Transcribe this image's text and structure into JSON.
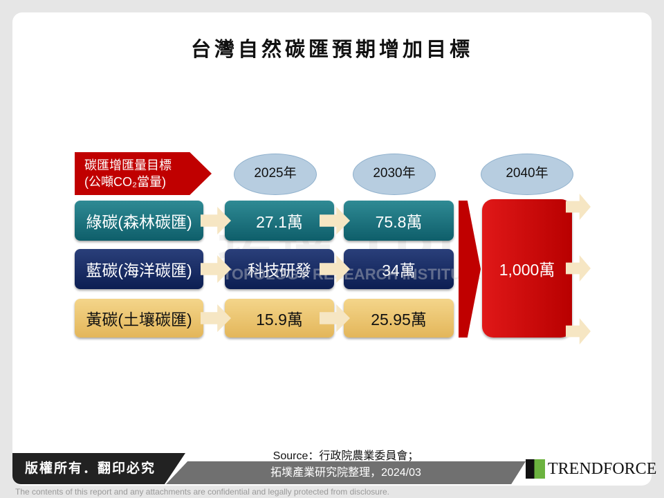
{
  "title": "台灣自然碳匯預期增加目標",
  "header_label": {
    "line1": "碳匯增匯量目標",
    "line2": "(公噸CO₂當量)"
  },
  "years": [
    "2025年",
    "2030年",
    "2040年"
  ],
  "rows": [
    {
      "name": "綠碳(森林碳匯)",
      "v2025": "27.1萬",
      "v2030": "75.8萬",
      "color": "#0e5e6a"
    },
    {
      "name": "藍碳(海洋碳匯)",
      "v2025": "科技研發",
      "v2030": "34萬",
      "color": "#0c1e52"
    },
    {
      "name": "黃碳(土壤碳匯)",
      "v2025": "15.9萬",
      "v2030": "25.95萬",
      "color": "#e3b65a"
    }
  ],
  "total_2040": "1,000萬",
  "watermark": {
    "main": "拓墣 TRI",
    "sub": "TOPOLOGY RESEARCH INSTITUTE"
  },
  "footer": {
    "copyright": "版權所有．翻印必究",
    "source_line1": "Source：行政院農業委員會；",
    "source_line2": "拓墣產業研究院整理，2024/03",
    "logo": "TRENDFORCE",
    "disclaimer": "The contents of this report and any attachments are confidential and legally protected from disclosure."
  },
  "accent": "#c00000"
}
